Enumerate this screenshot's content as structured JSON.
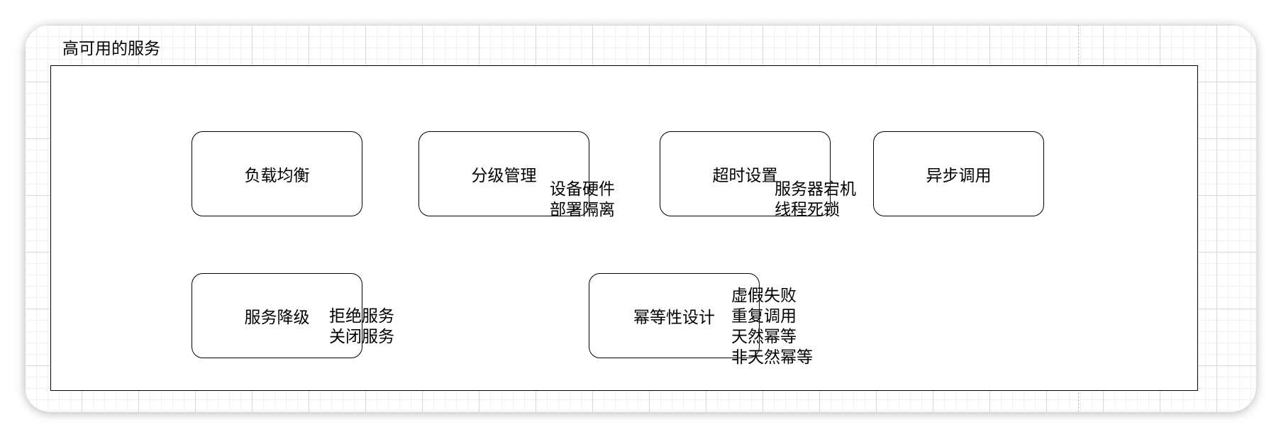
{
  "container": {
    "title": "高可用的服务"
  },
  "nodes": {
    "load_balance": "负载均衡",
    "tiered_management": "分级管理",
    "timeout_settings": "超时设置",
    "async_call": "异步调用",
    "service_degradation": "服务降级",
    "idempotent_design": "幂等性设计"
  },
  "notes": {
    "tiered_management": [
      "设备硬件",
      "部署隔离"
    ],
    "timeout_settings": [
      "服务器宕机",
      "线程死锁"
    ],
    "service_degradation": [
      "拒绝服务",
      "关闭服务"
    ],
    "idempotent_design": [
      "虚假失败",
      "重复调用",
      "天然幂等",
      "非天然幂等"
    ]
  }
}
